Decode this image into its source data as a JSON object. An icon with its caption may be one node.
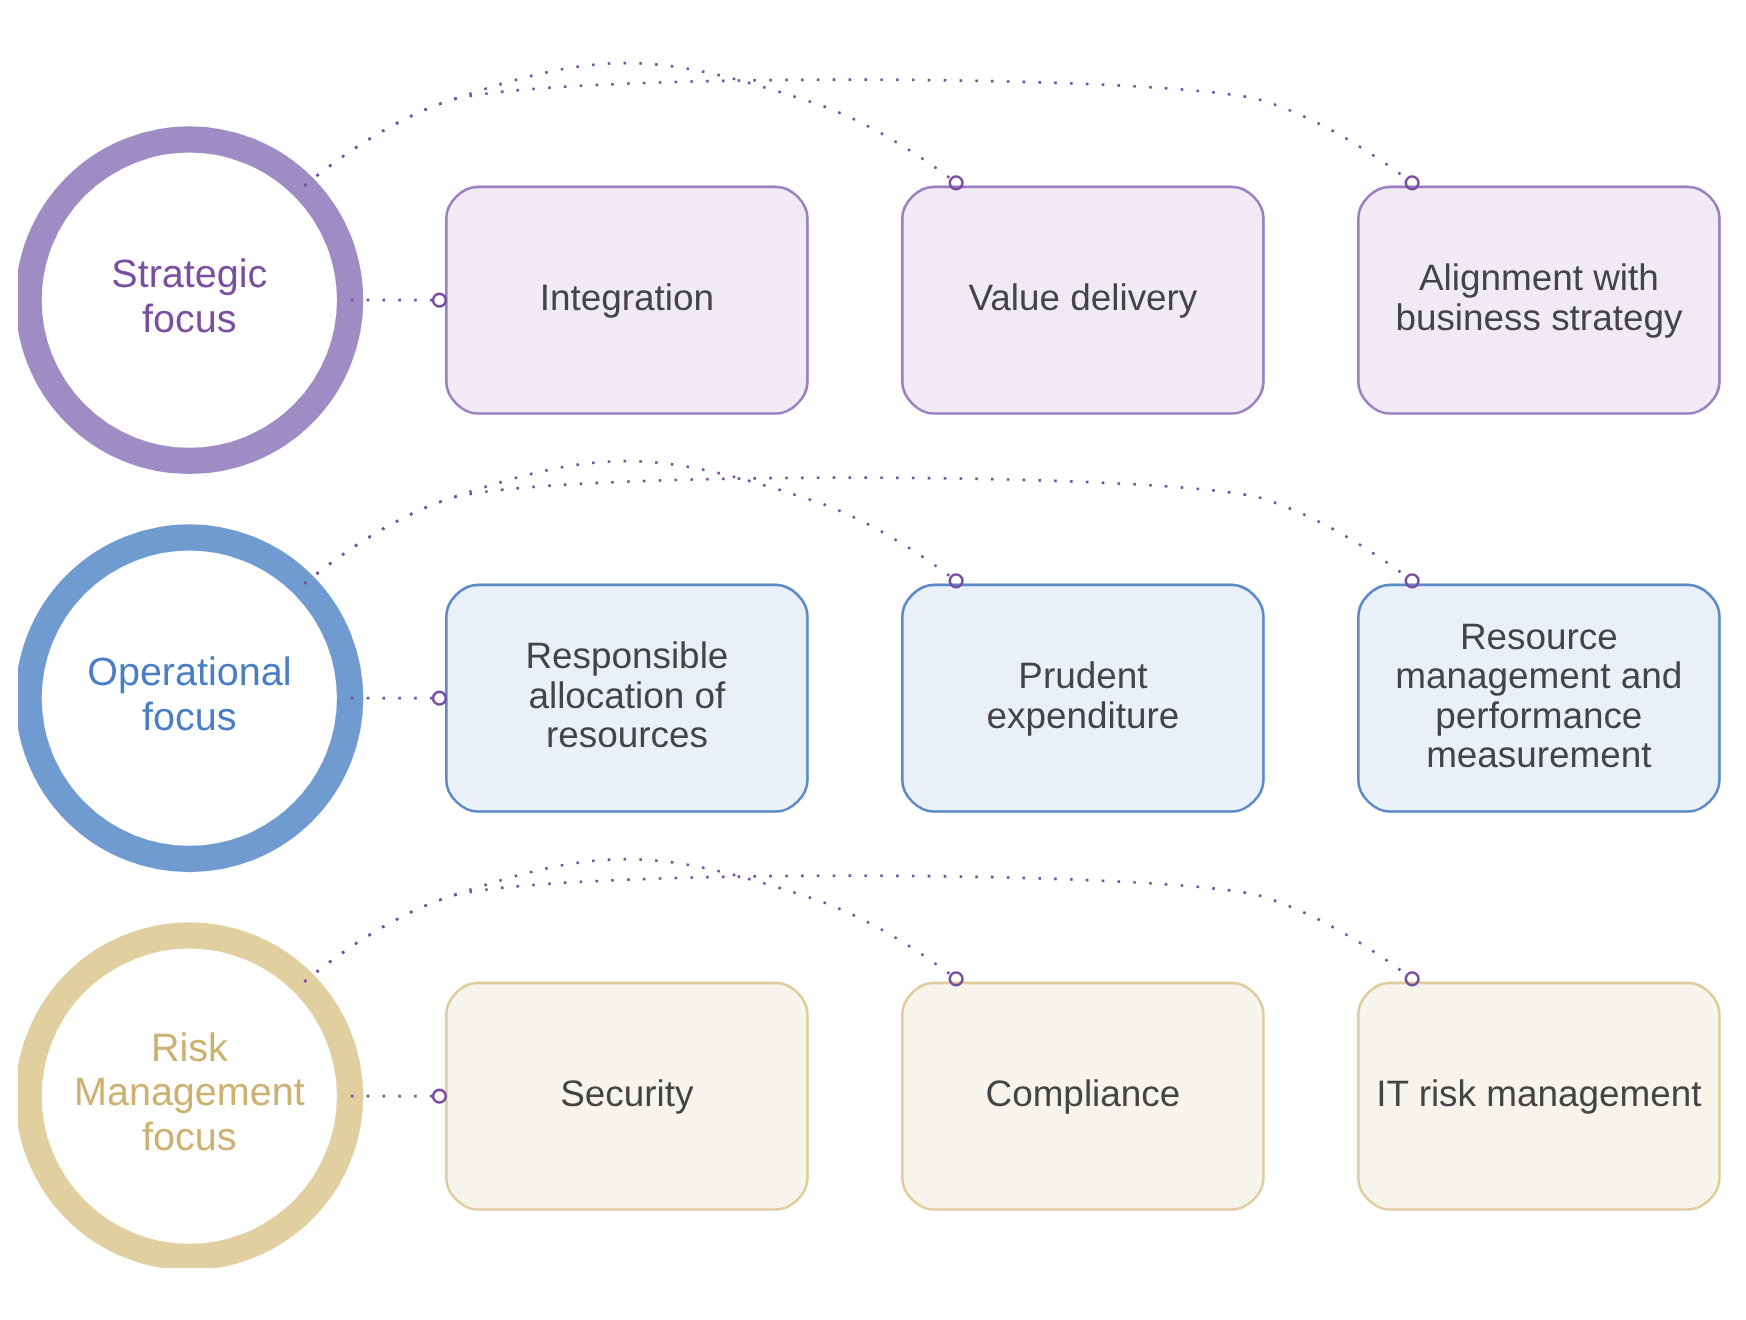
{
  "diagram": {
    "nodes": [
      {
        "text": [
          "Strategic focus"
        ]
      },
      {
        "text": [
          "Alignment with business strategy"
        ]
      },
      {
        "text": [
          "Value delivery"
        ]
      },
      {
        "text": [
          "Integration"
        ]
      },
      {
        "text": [
          "Operational focus"
        ]
      },
      {
        "text": [
          "Resource management and performance measurement"
        ]
      },
      {
        "text": [
          "Prudent expenditure"
        ]
      },
      {
        "text": [
          "Responsible allocation of resources"
        ]
      },
      {
        "text": [
          "Risk Management focus"
        ]
      },
      {
        "text": [
          "IT risk management"
        ]
      },
      {
        "text": [
          "Compliance"
        ]
      },
      {
        "text": [
          "Security"
        ]
      }
    ],
    "edges": [
      {
        "from": 0,
        "to": 1,
        "arrow": "other"
      },
      {
        "from": 0,
        "to": 2,
        "arrow": "other"
      },
      {
        "from": 0,
        "to": 3,
        "arrow": "other"
      },
      {
        "from": 4,
        "to": 5,
        "arrow": "other"
      },
      {
        "from": 4,
        "to": 6,
        "arrow": "other"
      },
      {
        "from": 4,
        "to": 7,
        "arrow": "other"
      },
      {
        "from": 8,
        "to": 9,
        "arrow": "other"
      },
      {
        "from": 8,
        "to": 10,
        "arrow": "other"
      },
      {
        "from": 8,
        "to": 11,
        "arrow": "other"
      }
    ]
  }
}
